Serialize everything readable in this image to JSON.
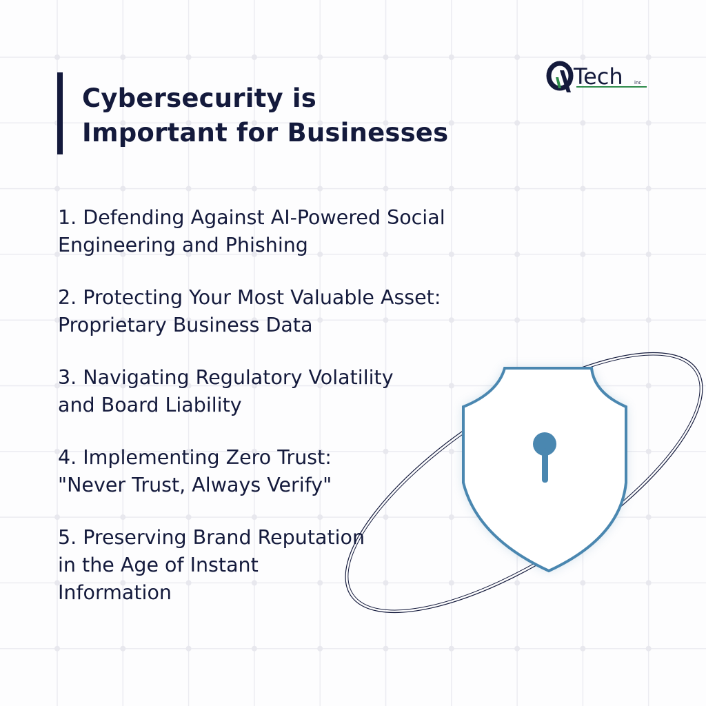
{
  "title": {
    "line1": "Cybersecurity is",
    "line2": "Important for Businesses"
  },
  "logo": {
    "text": "QTech",
    "suffix": "inc",
    "colors": {
      "navy": "#141a3c",
      "green": "#2e8b4a"
    }
  },
  "items": [
    {
      "line1": "1. Defending Against AI-Powered Social",
      "line2": "Engineering and Phishing"
    },
    {
      "line1": "2. Protecting Your Most Valuable Asset:",
      "line2": "Proprietary Business Data"
    },
    {
      "line1": "3. Navigating Regulatory Volatility",
      "line2": "and Board Liability"
    },
    {
      "line1": "4. Implementing Zero Trust:",
      "line2": "\"Never Trust, Always Verify\""
    },
    {
      "line1": "5. Preserving Brand Reputation",
      "line2": "in the Age of Instant",
      "line3": "Information"
    }
  ],
  "colors": {
    "text": "#141a3c",
    "shield": "#4a87b0",
    "grid": "#ececf1"
  },
  "icons": {
    "illustration": "shield-lock-icon"
  }
}
